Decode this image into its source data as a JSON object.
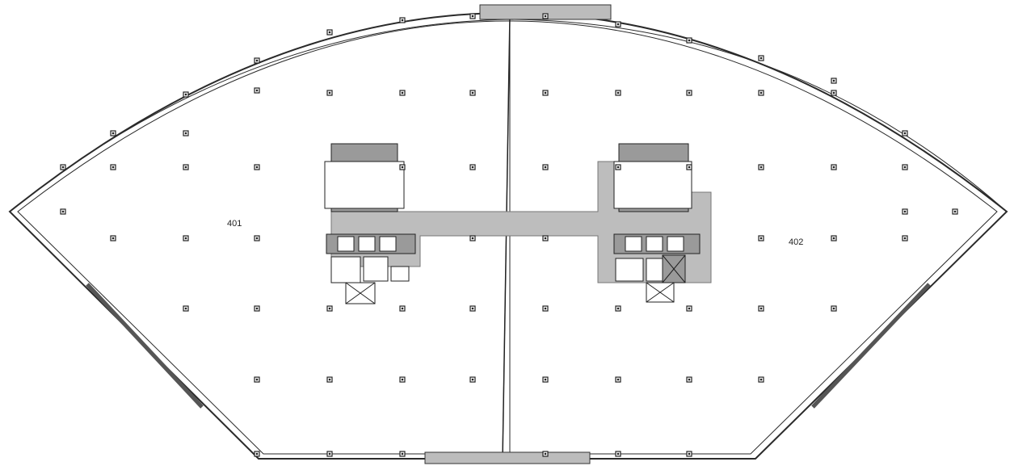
{
  "units": [
    {
      "label": "401",
      "leased": false
    },
    {
      "label": "402",
      "leased": true
    }
  ],
  "colors": {
    "leased_fill": "#ffff80",
    "vacant_fill": "#ffffff",
    "wall": "#2a2a2a",
    "core": "#9a9a9a",
    "corridor": "#bdbdbd"
  },
  "icons": [
    "column-marker",
    "elevator-shaft",
    "stair",
    "restroom"
  ]
}
